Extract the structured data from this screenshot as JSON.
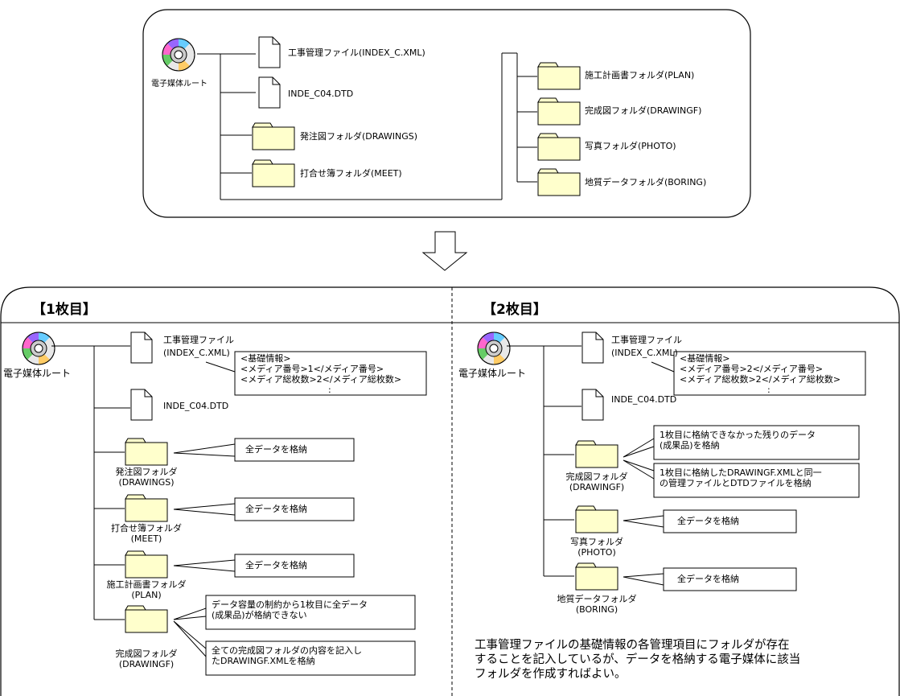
{
  "top": {
    "root_label": "電子媒体ルート",
    "left_items": [
      "工事管理ファイル(INDEX_C.XML)",
      "INDE_C04.DTD",
      "発注図フォルダ(DRAWINGS)",
      "打合せ簿フォルダ(MEET)"
    ],
    "right_items": [
      "施工計画書フォルダ(PLAN)",
      "完成図フォルダ(DRAWINGF)",
      "写真フォルダ(PHOTO)",
      "地質データフォルダ(BORING)"
    ]
  },
  "panel1": {
    "title": "【1枚目】",
    "root_label": "電子媒体ルート",
    "index_file": [
      "工事管理ファイル",
      "(INDEX_C.XML)"
    ],
    "dtd_file": "INDE_C04.DTD",
    "index_callout": [
      "<基礎情報>",
      "<メディア番号>1</メディア番号>",
      "<メディア総枚数>2</メディア総枚数>",
      ":"
    ],
    "folders": [
      {
        "name": [
          "発注図フォルダ",
          "(DRAWINGS)"
        ],
        "note": "全データを格納"
      },
      {
        "name": [
          "打合せ簿フォルダ",
          "(MEET)"
        ],
        "note": "全データを格納"
      },
      {
        "name": [
          "施工計画書フォルダ",
          "(PLAN)"
        ],
        "note": "全データを格納"
      },
      {
        "name": [
          "完成図フォルダ",
          "(DRAWINGF)"
        ],
        "note": [
          "データ容量の制約から1枚目に全データ",
          "(成果品)が格納できない"
        ],
        "note2": [
          "全ての完成図フォルダの内容を記入し",
          "たDRAWINGF.XMLを格納"
        ]
      }
    ]
  },
  "panel2": {
    "title": "【2枚目】",
    "root_label": "電子媒体ルート",
    "index_file": [
      "工事管理ファイル",
      "(INDEX_C.XML)"
    ],
    "dtd_file": "INDE_C04.DTD",
    "index_callout": [
      "<基礎情報>",
      "<メディア番号>2</メディア番号>",
      "<メディア総枚数>2</メディア総枚数>",
      ":"
    ],
    "folders": [
      {
        "name": [
          "完成図フォルダ",
          "(DRAWINGF)"
        ],
        "note": [
          "1枚目に格納できなかった残りのデータ",
          "(成果品)を格納"
        ],
        "note2": [
          "1枚目に格納したDRAWINGF.XMLと同一",
          "の管理ファイルとDTDファイルを格納"
        ]
      },
      {
        "name": [
          "写真フォルダ",
          "(PHOTO)"
        ],
        "note": "全データを格納"
      },
      {
        "name": [
          "地質データフォルダ",
          "(BORING)"
        ],
        "note": "全データを格納"
      }
    ],
    "footnote": [
      "工事管理ファイルの基礎情報の各管理項目にフォルダが存在",
      "することを記入しているが、データを格納する電子媒体に該当",
      "フォルダを作成すればよい。"
    ]
  },
  "colors": {
    "folder_fill": "#ffffcc",
    "line": "#000000"
  }
}
